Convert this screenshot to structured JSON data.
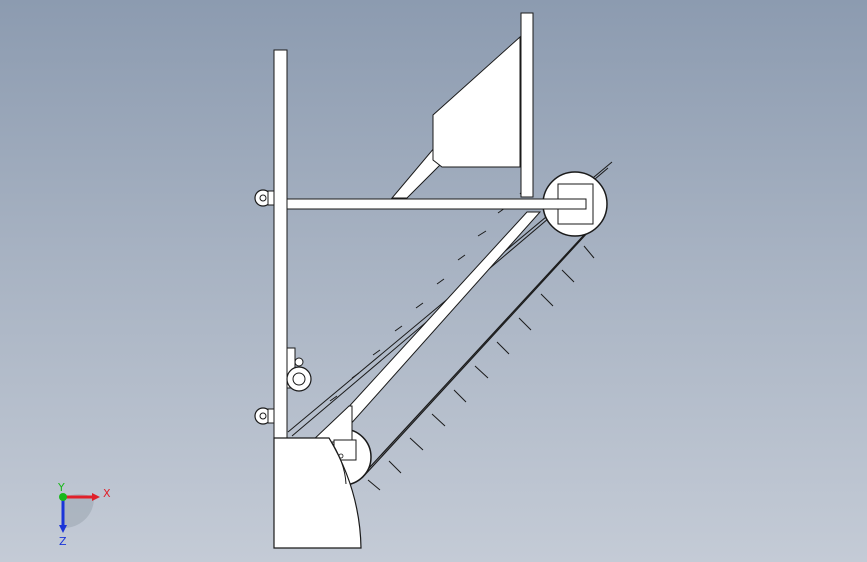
{
  "triad": {
    "x_label": "X",
    "y_label": "Y",
    "z_label": "Z",
    "x_color": "#e0202a",
    "y_color": "#19b81b",
    "z_color": "#1a35d8"
  },
  "colors": {
    "background_top": "#8c9bb0",
    "background_bottom": "#c4cbd6",
    "part_fill": "#ffffff",
    "edge": "#1a1a1a"
  }
}
